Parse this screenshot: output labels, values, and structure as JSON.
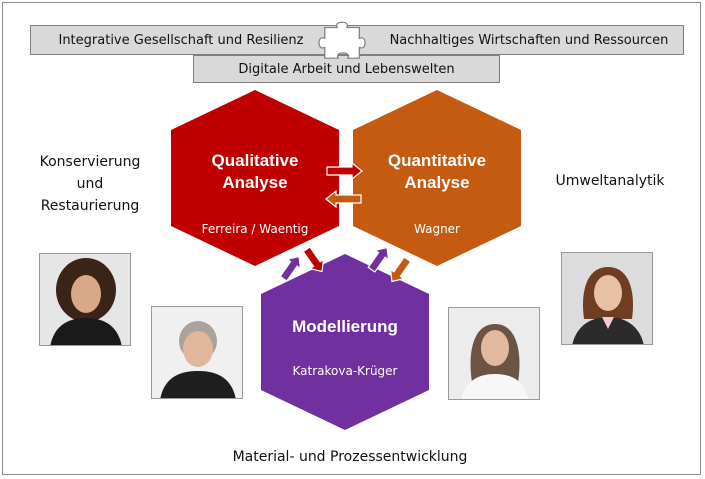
{
  "top": {
    "left": "Integrative Gesellschaft und Resilienz",
    "right": "Nachhaltiges Wirtschaften und Ressourcen",
    "bottom": "Digitale Arbeit und Lebenswelten"
  },
  "hexagons": {
    "qualitative": {
      "title1": "Qualitative",
      "title2": "Analyse",
      "people": "Ferreira / Waentig",
      "color": "#c00000"
    },
    "quantitative": {
      "title1": "Quantitative",
      "title2": "Analyse",
      "people": "Wagner",
      "color": "#c55a11"
    },
    "modeling": {
      "title": "Modellierung",
      "people": "Katrakova-Krüger",
      "color": "#7030a0"
    }
  },
  "sides": {
    "left_line1": "Konservierung",
    "left_line2": "und",
    "left_line3": "Restaurierung",
    "right": "Umweltanalytik",
    "bottom": "Material- und Prozessentwicklung"
  }
}
